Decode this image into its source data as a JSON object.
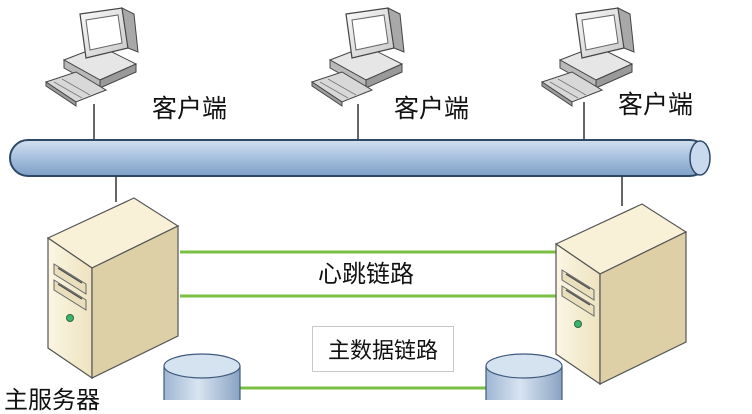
{
  "clients": [
    {
      "label": "客户端"
    },
    {
      "label": "客户端"
    },
    {
      "label": "客户端"
    }
  ],
  "links": {
    "heartbeat_label": "心跳链路",
    "data_label": "主数据链路"
  },
  "partial_label": "主服务器",
  "colors": {
    "bus_fill": "#a9c3e0",
    "bus_stroke": "#2e4968",
    "heartbeat_line": "#7bc043",
    "server_body": "#f4ecd2",
    "server_side": "#d3c69c",
    "connector": "#333333"
  },
  "icons": {
    "client": "desktop-computer-icon",
    "server": "tower-server-icon",
    "storage": "disk-storage-icon"
  }
}
